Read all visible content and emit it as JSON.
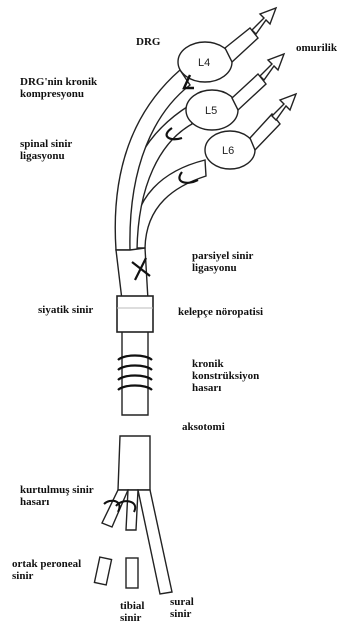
{
  "labels": {
    "drg": "DRG",
    "spinal_cord": "omurilik",
    "drg_compression": "DRG'nin kronik\nkompresyonu",
    "spinal_ligation": "spinal sinir\nligasyonu",
    "partial_ligation": "parsiyel sinir\nligasyonu",
    "sciatic": "siyatik sinir",
    "cuff": "kelepçe nöropatisi",
    "cci": "kronik\nkonstrüksiyon\nhasarı",
    "axotomy": "aksotomi",
    "sni": "kurtulmuş sinir\nhasarı",
    "peroneal": "ortak peroneal\nsinir",
    "tibial": "tibial\nsinir",
    "sural": "sural\nsinir"
  },
  "roots": [
    "L4",
    "L5",
    "L6"
  ]
}
